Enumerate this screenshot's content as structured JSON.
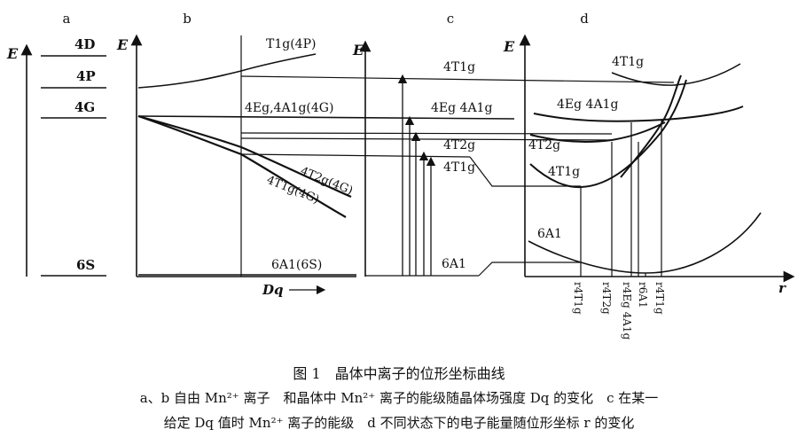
{
  "panels": {
    "a": "a",
    "b": "b",
    "c": "c",
    "d": "d"
  },
  "axes": {
    "energy": "E",
    "field": "Dq",
    "field_sub": "q",
    "config": "r"
  },
  "panel_a": {
    "D": "4D",
    "P": "4P",
    "G": "4G",
    "S": "6S"
  },
  "panel_b": {
    "T1g_P": "T1g(4P)",
    "EgA1g_G": "4Eg,4A1g(4G)",
    "T2g_G": "4T2g(4G)",
    "T1g_G": "4T1g(4G)",
    "A1_S": "6A1(6S)"
  },
  "panel_c": {
    "T1g_top": "4T1g",
    "EgA1g": "4Eg 4A1g",
    "T2g": "4T2g",
    "T1g_low": "4T1g",
    "A1": "6A1"
  },
  "panel_d": {
    "T1g_top": "4T1g",
    "EgA1g": "4Eg 4A1g",
    "T2g": "4T2g",
    "T1g": "4T1g",
    "A1": "6A1"
  },
  "r_ticks": [
    "r4T1g",
    "r4T2g",
    "r4Eg 4A1g",
    "r6A1",
    "r4T1g"
  ],
  "caption": {
    "title": "图 1　晶体中离子的位形坐标曲线",
    "line1": "a、b 自由 Mn²⁺ 离子　和晶体中 Mn²⁺ 离子的能级随晶体场强度 Dq 的变化　c 在某一",
    "line2": "给定 Dq 值时 Mn²⁺ 离子的能级　d 不同状态下的电子能量随位形坐标 r 的变化"
  }
}
